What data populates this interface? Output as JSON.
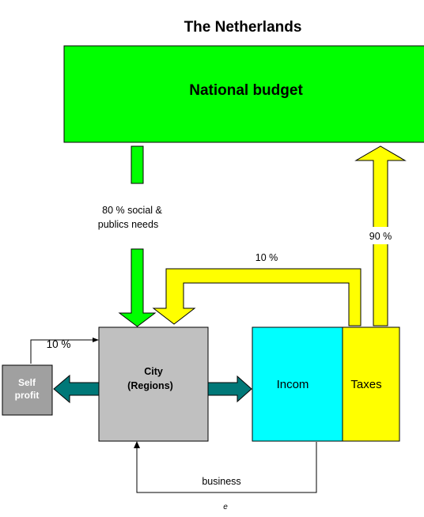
{
  "title": "The Netherlands",
  "national_budget": {
    "label": "National budget",
    "color": "#00ff00"
  },
  "flows": {
    "social_needs_line1": "80 % social &",
    "social_needs_line2": "publics needs",
    "taxes_to_budget": "90 %",
    "taxes_to_city": "10 %",
    "self_profit_share": "10 %",
    "business": "business"
  },
  "city": {
    "line1": "City",
    "line2": "(Regions)",
    "color": "#c0c0c0"
  },
  "self_profit": {
    "line1": "Self",
    "line2": "profit",
    "color": "#a0a0a0"
  },
  "incom": {
    "label": "Incom",
    "color": "#00ffff"
  },
  "taxes": {
    "label": "Taxes",
    "color": "#ffff00"
  },
  "footer_mark": "e",
  "colors": {
    "teal_arrow": "#007878",
    "green_arrow": "#00ff00",
    "yellow_arrow": "#ffff00"
  }
}
